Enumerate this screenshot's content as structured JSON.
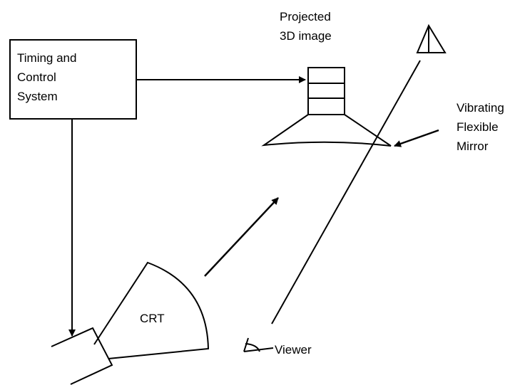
{
  "labels": {
    "timing_control": [
      "Timing and",
      "Control",
      "System"
    ],
    "projected_image": [
      "Projected",
      "3D image"
    ],
    "vibrating_mirror": [
      "Vibrating",
      "Flexible",
      "Mirror"
    ],
    "crt": "CRT",
    "viewer": "Viewer"
  },
  "colors": {
    "stroke": "#000000",
    "background": "#ffffff"
  }
}
